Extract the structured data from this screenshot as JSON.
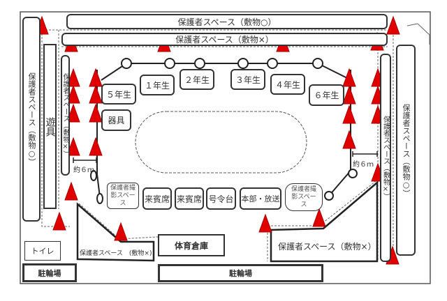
{
  "top_space_mat_ok": "保護者スペース（敷物○）",
  "top_space_no_mat": "保護者スペース（敷物×）",
  "left_space_mat_ok": "保護者スペース（敷物○）",
  "playground_equipment": "遊具",
  "left_space_no_mat": "保護者スペース（敷物×）",
  "right_space_no_mat": "保護者スペース（敷物×）",
  "right_space_mat_ok": "保護者スペース（敷物○）",
  "grades": [
    "５年生",
    "１年生",
    "２年生",
    "３年生",
    "４年生",
    "６年生"
  ],
  "equipment": "器具",
  "distance_left": "約６ｍ",
  "distance_right": "約６ｍ",
  "bottom_row": {
    "photo_left": "保護者撮影スペース",
    "guest1": "来賓席",
    "guest2": "来賓席",
    "podium": "号令台",
    "hq": "本部・放送",
    "photo_right": "保護者撮影スペース"
  },
  "bottom_left_space": "保護者スペース　(敷物×)",
  "storehouse": "体育倉庫",
  "bottom_right_space": "保護者スペース（敷物×）",
  "toilet": "トイレ",
  "bike_left": "駐輪場",
  "bike_center": "駐輪場",
  "colors": {
    "cone": "#e00000",
    "line": "#333333"
  }
}
